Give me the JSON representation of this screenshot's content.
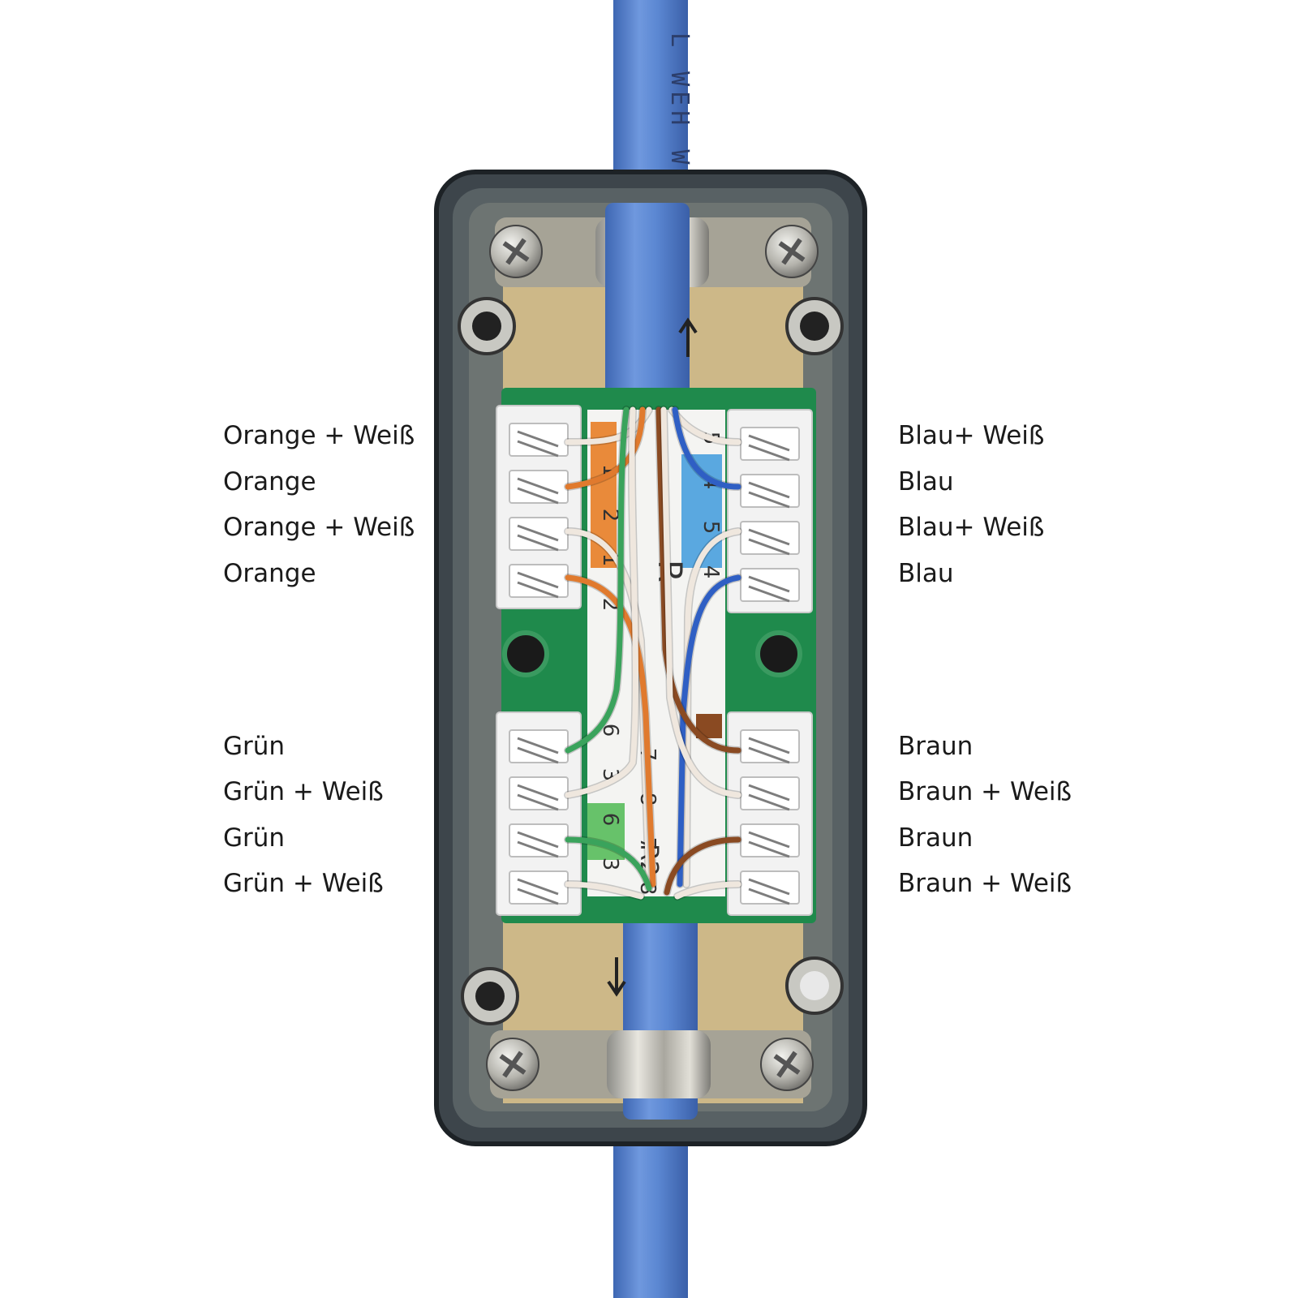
{
  "cable_print": "L WEH WEH",
  "colors": {
    "cable": "#5b87d2",
    "cable_dark": "#3f69b5",
    "housing": "#4a5258",
    "pcb": "#1f8a4c",
    "terminal": "#f2f2f2",
    "orange": "#e07a2e",
    "blue": "#2f5fc4",
    "green": "#3aa35c",
    "brown": "#8a4a22",
    "white_wire": "#efe7de"
  },
  "wire_labels": {
    "left_top": [
      "Orange + Weiß",
      "Orange",
      "Orange + Weiß",
      "Orange"
    ],
    "right_top": [
      "Blau+ Weiß",
      "Blau",
      "Blau+ Weiß",
      "Blau"
    ],
    "left_bottom": [
      "Grün",
      "Grün + Weiß",
      "Grün",
      "Grün + Weiß"
    ],
    "right_bottom": [
      "Braun",
      "Braun + Weiß",
      "Braun",
      "Braun + Weiß"
    ]
  },
  "pin_numbers": {
    "top_left_block": [
      "1",
      "2",
      "1",
      "2"
    ],
    "top_right_block": [
      "5",
      "4",
      "5",
      "4"
    ],
    "bottom_left_block": [
      "6",
      "3",
      "6",
      "3"
    ],
    "bottom_right_block": [
      "7",
      "8",
      "7",
      "8"
    ]
  },
  "pcb_marks": [
    "R",
    "R2"
  ]
}
